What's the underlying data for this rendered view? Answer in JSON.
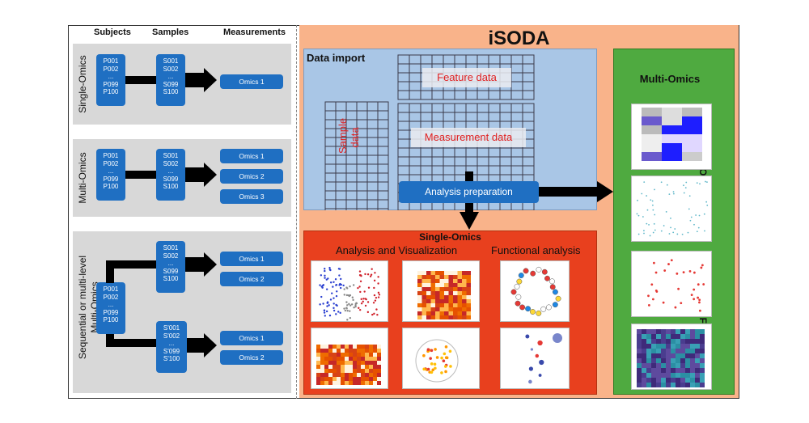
{
  "left": {
    "headers": {
      "subjects": "Subjects",
      "samples": "Samples",
      "measurements": "Measurements"
    },
    "single": {
      "label": "Single-Omics",
      "subjects": "P001\nP002\n...\nP099\nP100",
      "samples": "S001\nS002\n...\nS099\nS100",
      "omics": [
        "Omics 1"
      ]
    },
    "multi": {
      "label": "Multi-Omics",
      "subjects": "P001\nP002\n...\nP099\nP100",
      "samples": "S001\nS002\n...\nS099\nS100",
      "omics": [
        "Omics 1",
        "Omics 2",
        "Omics 3"
      ]
    },
    "sequential": {
      "label1": "Sequential or multi-level",
      "label2": "Multi-Omics",
      "subjects": "P001\nP002\n...\nP099\nP100",
      "samples_top": "S001\nS002\n...\nS099\nS100",
      "samples_bottom": "S'001\nS'002\n...\nS'099\nS'100",
      "omics_top": [
        "Omics 1",
        "Omics 2"
      ],
      "omics_bottom": [
        "Omics 1",
        "Omics 2"
      ]
    }
  },
  "right": {
    "title": "iSODA",
    "data_import": {
      "title": "Data import",
      "feature": "Feature data",
      "sample": "Sample\ndata",
      "measurement": "Measurement data",
      "preparation": "Analysis preparation"
    },
    "single_omics": {
      "title": "Single-Omics",
      "analysis": "Analysis and Visualization",
      "functional": "Functional analysis"
    },
    "multi_omics": {
      "title": "Multi-Omics",
      "mofa": "MOFA",
      "snf": "SNF"
    }
  },
  "colors": {
    "blue": "#1f6fc2",
    "orange_bg": "#f9b38a",
    "import_bg": "#a9c6e6",
    "single_bg": "#e8401e",
    "multi_bg": "#4faa40"
  }
}
